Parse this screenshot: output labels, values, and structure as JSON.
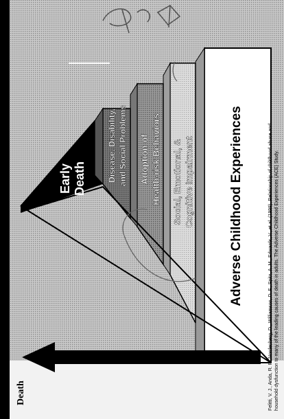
{
  "pyramid": {
    "levels": [
      {
        "key": "early-death",
        "lines": [
          "Early",
          "Death"
        ]
      },
      {
        "key": "disease",
        "lines": [
          "Disease, Disability,",
          "and Social Problems"
        ]
      },
      {
        "key": "adoption",
        "lines": [
          "Adoption of",
          "Health-risk Behaviors"
        ]
      },
      {
        "key": "social",
        "lines": [
          "Social, Emotional, &",
          "Cognitive Impairment"
        ]
      },
      {
        "key": "ace",
        "lines": [
          "Adverse Childhood Experiences"
        ]
      }
    ]
  },
  "arrow": {
    "label": "Death"
  },
  "citation": {
    "lines": [
      "Felitti, V. J., Anda, R. F., Nordenberg, D., Williamson, D. F., Spitz, A. M., Edwards, V., et al. (1998). Relationship of childhood abuse and",
      "household dysfunction to many of the leading causes of death in adults. The Adverse Childhood Experiences (ACE) Study."
    ]
  },
  "colors": {
    "background_halftone": "#b9b9b9",
    "black": "#000000",
    "dark_tier": "#6a6a6a",
    "mid_tier": "#8f8f8f",
    "light_tier": "#d6d6d6",
    "white": "#ffffff"
  }
}
